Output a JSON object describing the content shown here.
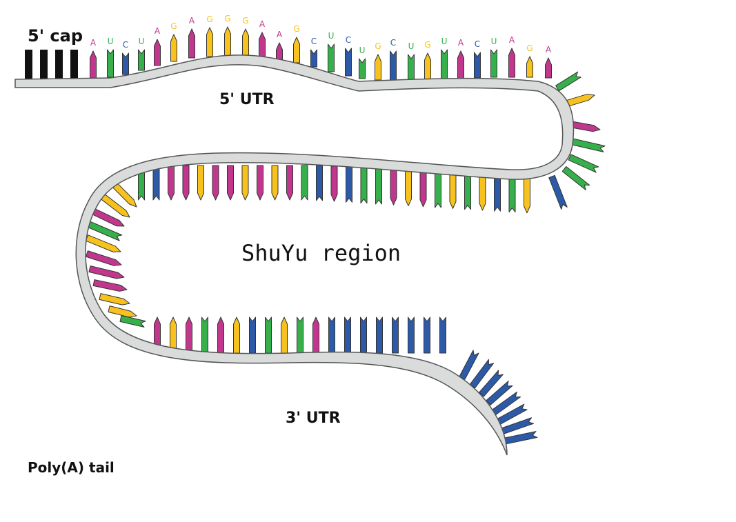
{
  "labels": {
    "cap": "5' cap",
    "utr5": "5' UTR",
    "coding": "ShuYu region",
    "utr3": "3' UTR",
    "polya": "Poly(A) tail"
  },
  "sequence_letters": [
    "A",
    "U",
    "C",
    "U",
    "A",
    "G",
    "A",
    "G",
    "G",
    "G",
    "A",
    "A",
    "G",
    "C",
    "U",
    "C",
    "U",
    "G",
    "C",
    "U",
    "G",
    "U",
    "A",
    "C",
    "U",
    "A",
    "G",
    "A"
  ],
  "colors": {
    "A": "#c2378e",
    "U": "#36b04a",
    "C": "#2c5aa8",
    "G": "#f7c21d",
    "cap": "#111111",
    "backbone_fill": "#d9dcdb",
    "backbone_stroke": "#555555"
  }
}
